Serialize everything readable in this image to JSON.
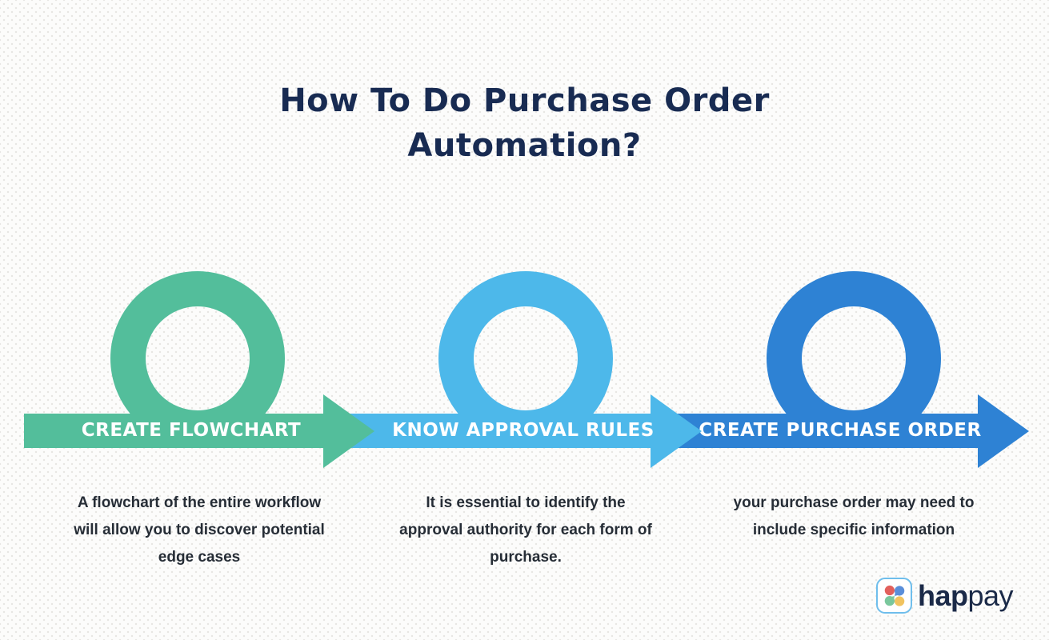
{
  "title": {
    "lines": [
      "How To Do Purchase Order",
      "Automation?"
    ]
  },
  "steps": [
    {
      "label": "CREATE FLOWCHART",
      "color": "#53BE9B",
      "description_lines": [
        "A flowchart of the entire workflow",
        "will allow you to discover potential",
        "edge cases"
      ]
    },
    {
      "label": "KNOW APPROVAL RULES",
      "color": "#4DB8EA",
      "description_lines": [
        "It is essential to identify the",
        "approval authority for each form of",
        "purchase."
      ]
    },
    {
      "label": "CREATE PURCHASE ORDER",
      "color": "#2E82D4",
      "description_lines": [
        "your purchase order may need to",
        "include specific information"
      ]
    }
  ],
  "logo": {
    "text_bold": "hap",
    "text_light": "pay",
    "colors": {
      "red": "#E2605C",
      "blue": "#5A8ED9",
      "green": "#7AC79C",
      "yellow": "#F1C35F",
      "border": "#6FBEEC",
      "text": "#1B2A48"
    }
  },
  "colors": {
    "background": "#FCFCFB",
    "dot": "#E7E5E2",
    "title_text": "#182B52",
    "body_text": "#262D36",
    "label_text": "#FFFFFF"
  }
}
